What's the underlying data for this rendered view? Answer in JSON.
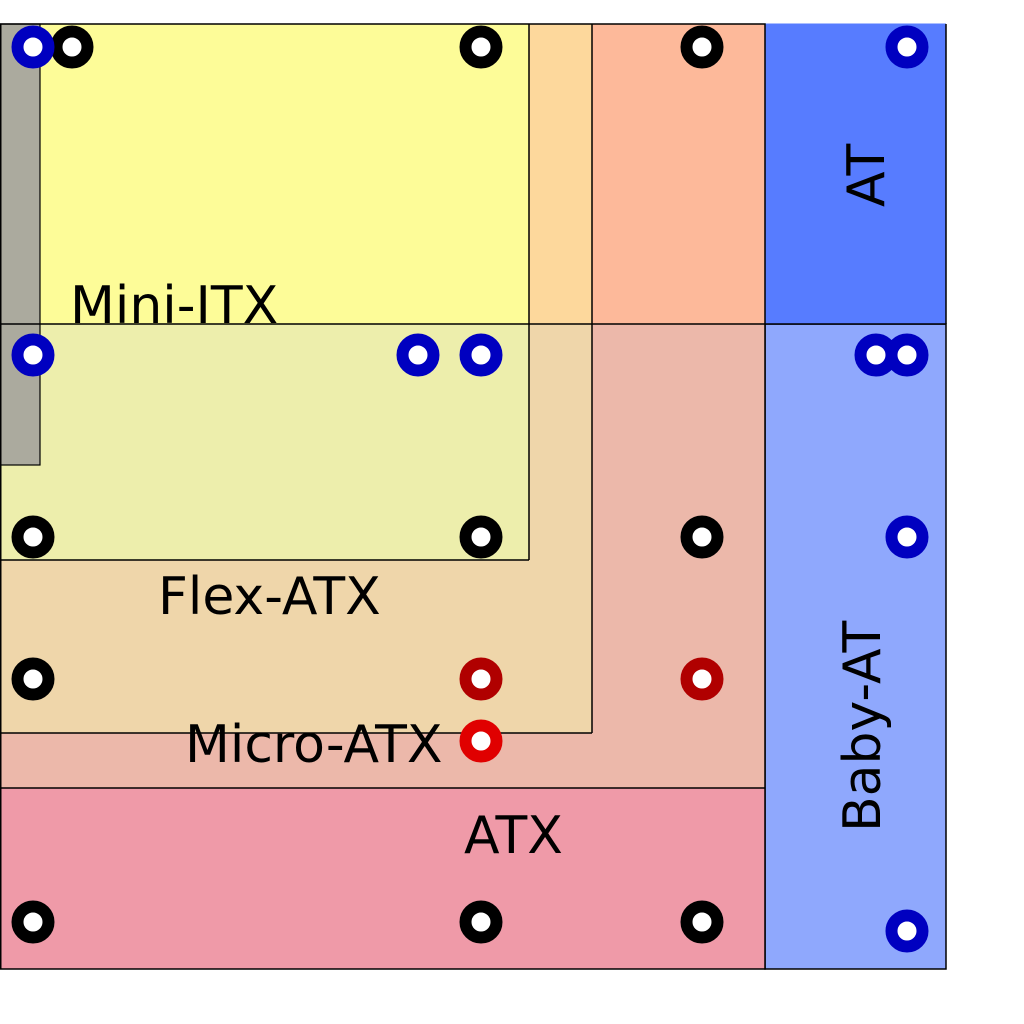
{
  "labels": {
    "mini_itx": "Mini-ITX",
    "flex_atx": "Flex-ATX",
    "micro_atx": "Micro-ATX",
    "atx": "ATX",
    "at": "AT",
    "baby_at": "Baby-AT"
  },
  "colors": {
    "atx": "#ef9aa8",
    "micro_atx": "#ecb8aa",
    "flex_atx": "#efd6aa",
    "mini_itx": "#edeeac",
    "mini_itx_top": "#fdfc98",
    "flex_top": "#fdd89c",
    "micro_top": "#fdb99a",
    "at": "#577cff",
    "baby_at": "#8fa8fd",
    "grey_strip": "#abaa9e",
    "hole_black": "#000000",
    "hole_blue": "#0000c0",
    "hole_red": "#e00000",
    "hole_darkred": "#b00000",
    "outline": "#000000"
  }
}
